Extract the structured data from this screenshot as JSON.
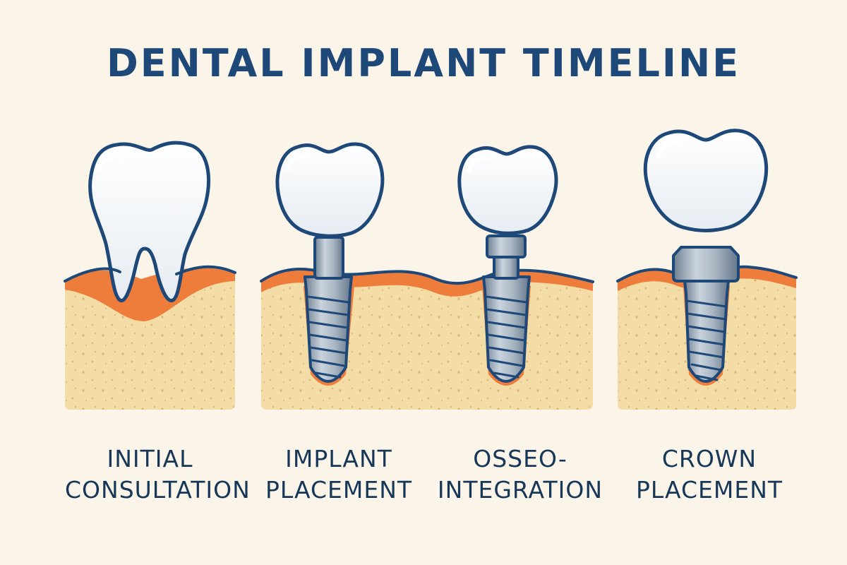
{
  "title": "DENTAL IMPLANT TIMELINE",
  "stages": [
    {
      "line1": "INITIAL",
      "line2": "CONSULTATION"
    },
    {
      "line1": "IMPLANT",
      "line2": "PLACEMENT"
    },
    {
      "line1": "OSSEO-",
      "line2": "INTEGRATION"
    },
    {
      "line1": "CROWN",
      "line2": "PLACEMENT"
    }
  ],
  "colors": {
    "background": "#faf4e9",
    "outline": "#1d4878",
    "bone": "#f4dca6",
    "gum": "#ee7d3c",
    "tooth": "#ffffff",
    "metal": "#95a4b4"
  }
}
